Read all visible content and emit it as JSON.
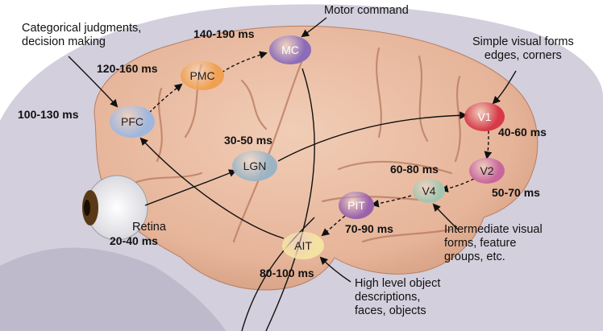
{
  "nodes": {
    "pfc": {
      "label": "PFC",
      "color": "#9fb7dd"
    },
    "pmc": {
      "label": "PMC",
      "color": "#f0a050"
    },
    "mc": {
      "label": "MC",
      "color": "#8c6cb8"
    },
    "lgn": {
      "label": "LGN",
      "color": "#9ab4c4"
    },
    "v1": {
      "label": "V1",
      "color": "#d63a48"
    },
    "v2": {
      "label": "V2",
      "color": "#c8669e"
    },
    "v4": {
      "label": "V4",
      "color": "#a4c6b0"
    },
    "pit": {
      "label": "PIT",
      "color": "#9a62aa"
    },
    "ait": {
      "label": "AIT",
      "color": "#f4e2a0"
    }
  },
  "timings": {
    "pfc": "100-130 ms",
    "pmc": "120-160 ms",
    "mc": "140-190 ms",
    "lgn": "30-50 ms",
    "v1": "40-60 ms",
    "v2": "50-70 ms",
    "v4": "60-80 ms",
    "pit": "70-90 ms",
    "ait": "80-100 ms",
    "retina": "20-40 ms"
  },
  "annotations": {
    "motor": "Motor command",
    "categorical": "Categorical judgments,\ndecision making",
    "simple": "Simple visual forms\nedges, corners",
    "retina": "Retina",
    "intermediate": "Intermediate visual\nforms, feature\ngroups, etc.",
    "high_level": "High level object\ndescriptions,\nfaces, objects"
  },
  "colors": {
    "brain": "#e9bca1",
    "brain_shadow": "#c98f74",
    "head": "#cfcad8",
    "background": "#ffffff"
  }
}
